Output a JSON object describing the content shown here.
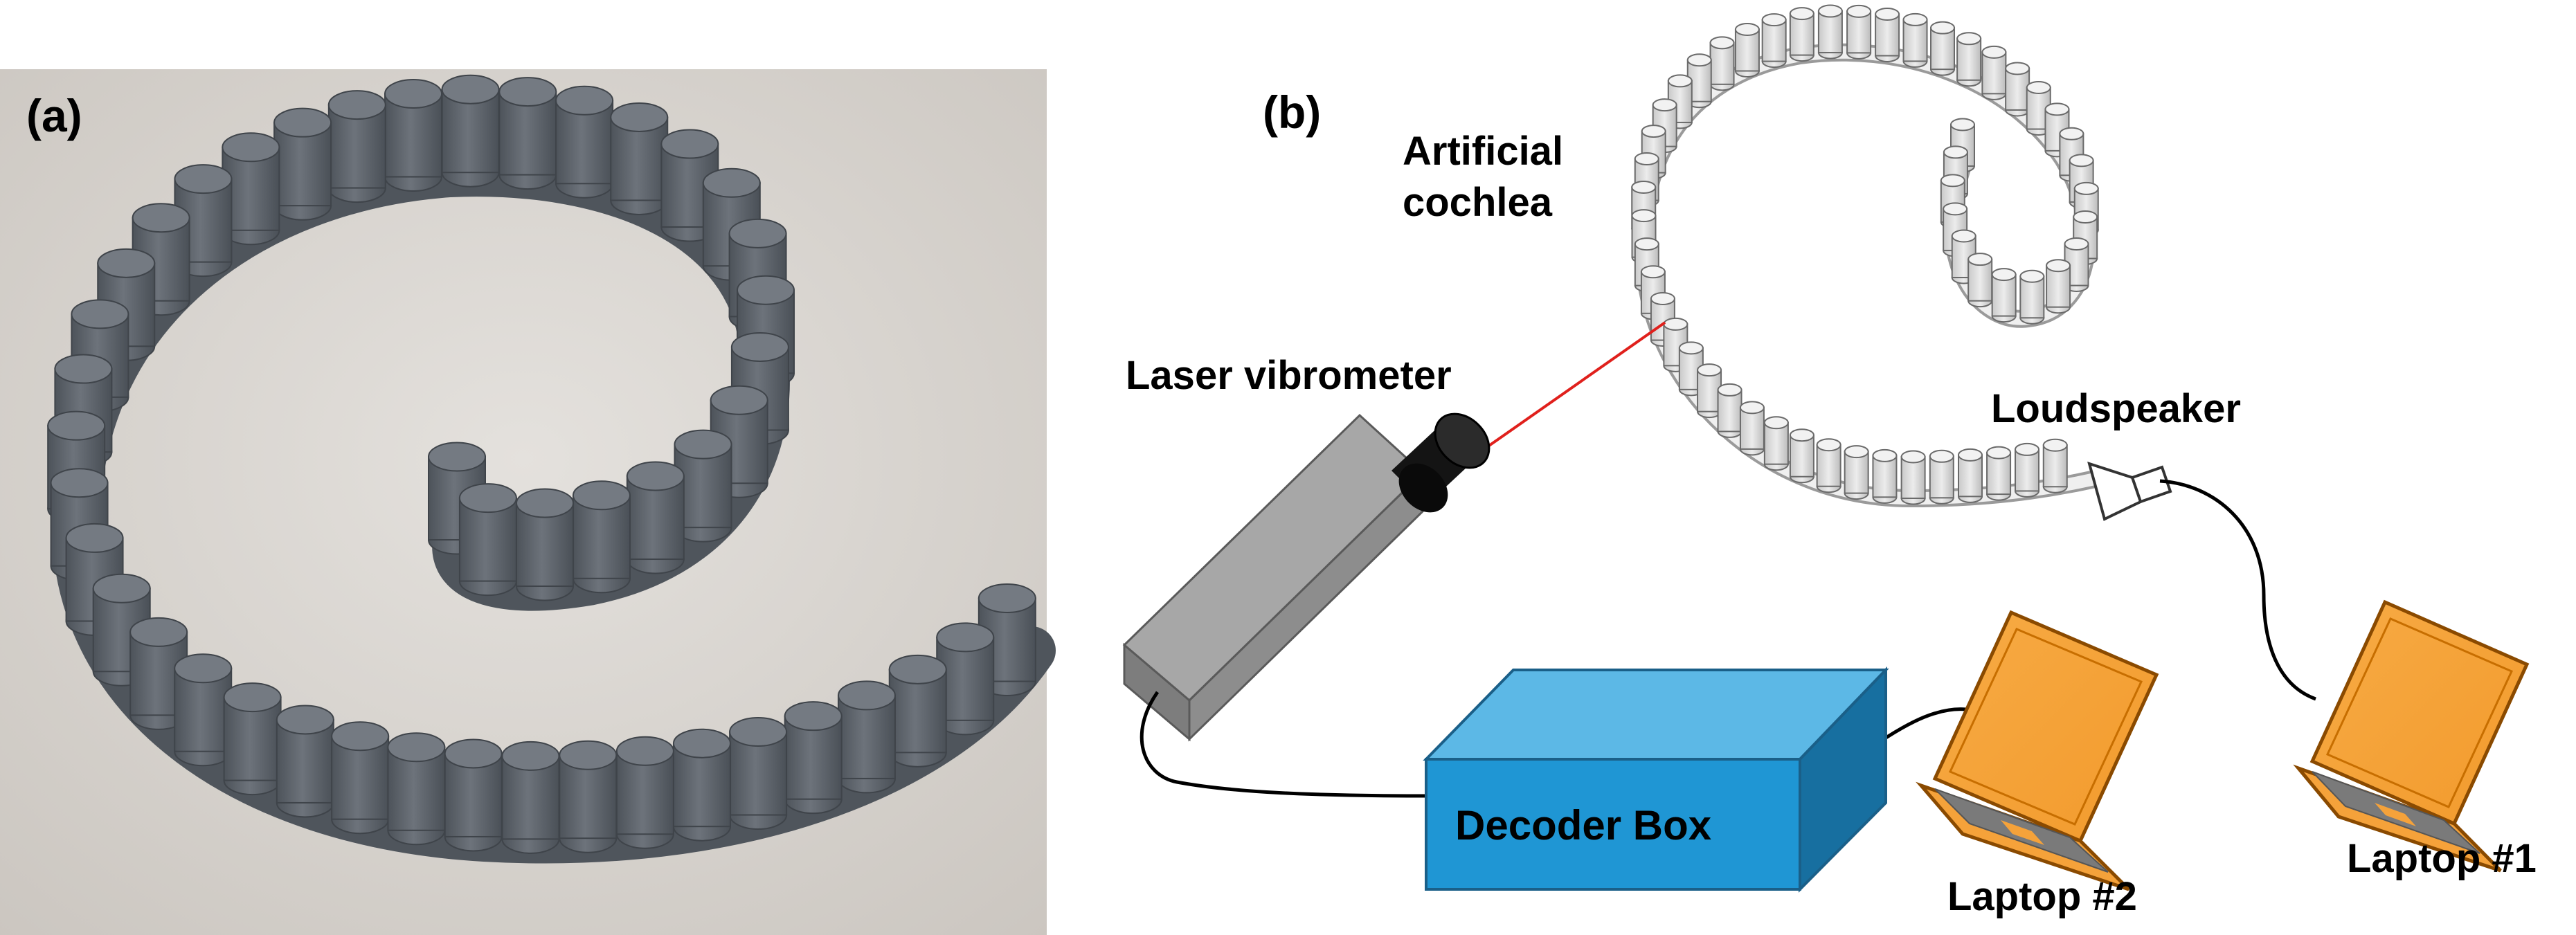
{
  "panels": {
    "a": {
      "label": "(a)"
    },
    "b": {
      "label": "(b)",
      "labels": {
        "cochlea_line1": "Artificial",
        "cochlea_line2": "cochlea",
        "vibrometer": "Laser vibrometer",
        "loudspeaker": "Loudspeaker",
        "decoder": "Decoder Box",
        "laptop2": "Laptop #2",
        "laptop1": "Laptop #1"
      }
    }
  },
  "colors": {
    "photo_bg": "#d9d5d0",
    "model_gray": "#5e646c",
    "laser": "#e0201c",
    "decoder_front": "#1f96d4",
    "decoder_top": "#5cb8e6",
    "decoder_side": "#176fa0",
    "laptop": "#f5a23a",
    "vibrometer": "#8f8f8f"
  }
}
